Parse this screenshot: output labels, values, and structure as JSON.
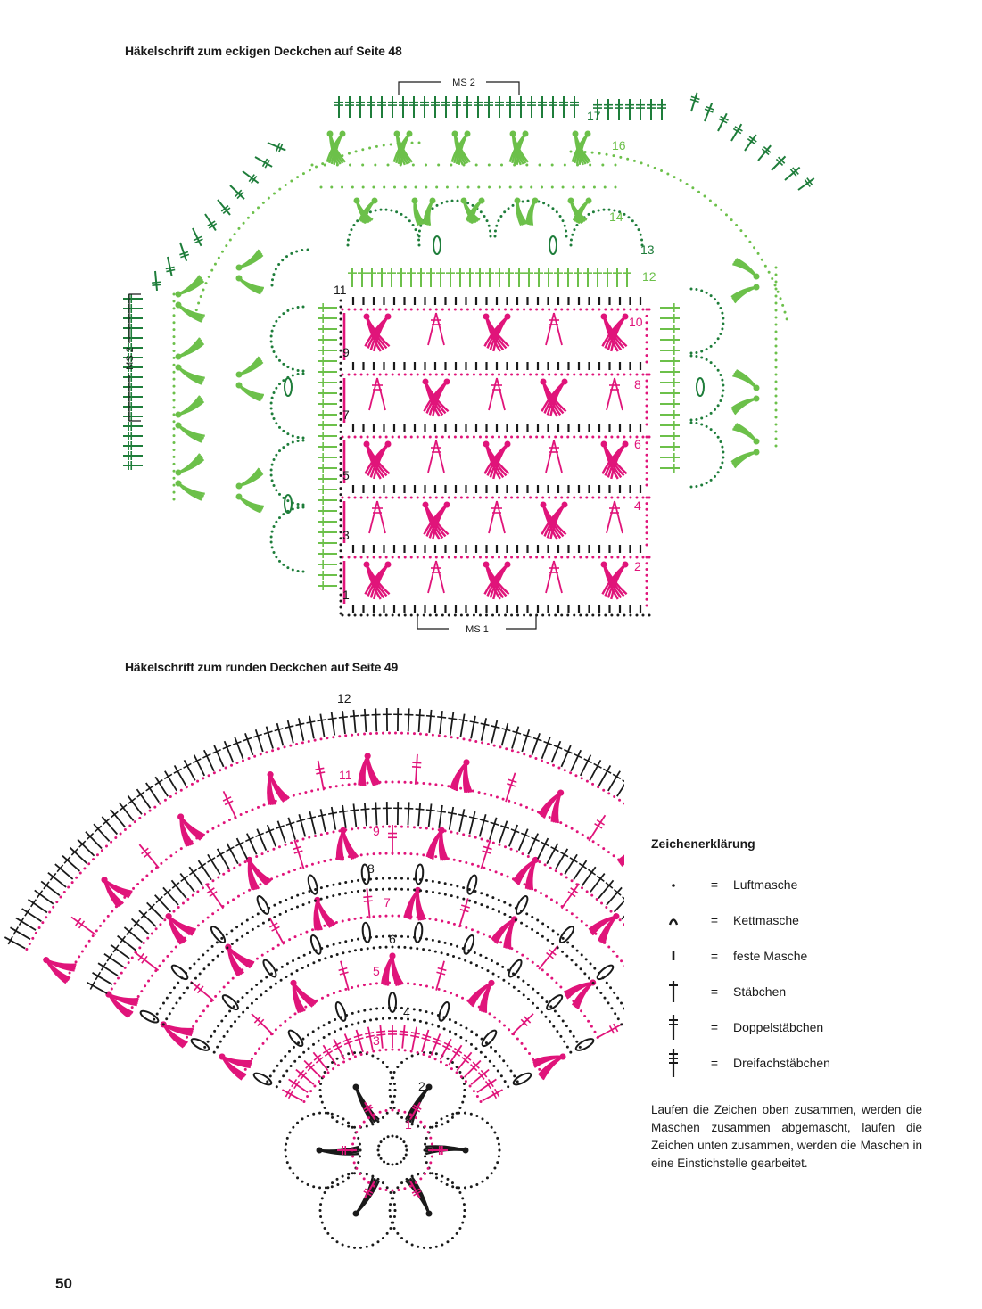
{
  "headings": {
    "square": "Häkelschrift zum eckigen Deckchen auf Seite 48",
    "round": "Häkelschrift zum runden Deckchen auf Seite 49"
  },
  "square_chart": {
    "repeat_labels": {
      "ms1": "MS 1",
      "ms2_top": "MS 2",
      "ms2_side": "MS 2"
    },
    "row_numbers_black": [
      "1",
      "3",
      "5",
      "7",
      "9",
      "11"
    ],
    "row_numbers_pink": [
      "2",
      "4",
      "6",
      "8",
      "10"
    ],
    "row_numbers_green": [
      "12",
      "13",
      "14",
      "16",
      "17"
    ],
    "colors": {
      "pink": "#e0147a",
      "light_green": "#6cc04a",
      "dark_green": "#1e7d3a",
      "black": "#1a1a1a"
    }
  },
  "round_chart": {
    "row_numbers": [
      "1",
      "2",
      "3",
      "4",
      "5",
      "6",
      "7",
      "8",
      "9",
      "11",
      "12"
    ],
    "colors": {
      "pink": "#e0147a",
      "black": "#1a1a1a"
    }
  },
  "legend": {
    "title": "Zeichenerklärung",
    "items": [
      {
        "icon": "chain-stitch-icon",
        "equals": "=",
        "label": "Luftmasche"
      },
      {
        "icon": "slip-stitch-icon",
        "equals": "=",
        "label": "Kettmasche"
      },
      {
        "icon": "single-crochet-icon",
        "equals": "=",
        "label": "feste Masche"
      },
      {
        "icon": "double-crochet-icon",
        "equals": "=",
        "label": "Stäbchen"
      },
      {
        "icon": "treble-crochet-icon",
        "equals": "=",
        "label": "Doppelstäbchen"
      },
      {
        "icon": "double-treble-icon",
        "equals": "=",
        "label": "Dreifachstäbchen"
      }
    ],
    "note": "Laufen die Zeichen oben zusammen, werden die Maschen zusammen abgemascht, laufen die Zeichen unten zusammen, werden die Maschen in eine Einstichstelle gearbeitet."
  },
  "page_number": "50"
}
